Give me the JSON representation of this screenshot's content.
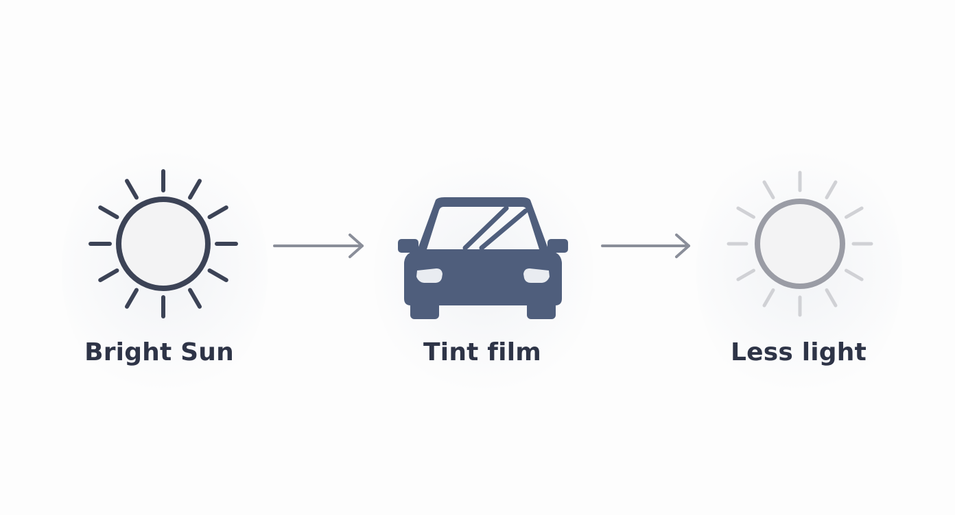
{
  "steps": [
    {
      "label": "Bright Sun"
    },
    {
      "label": "Tint film"
    },
    {
      "label": "Less light"
    }
  ],
  "colors": {
    "background": "#fdfdfd",
    "bright_sun_stroke": "#3c4356",
    "sun_fill": "#f3f3f4",
    "car_fill": "#4f5e7c",
    "car_glass": "#ffffff",
    "headlight": "#e9ecf1",
    "arrow": "#8a8e99",
    "dim_sun_ring": "#9a9ca5",
    "dim_sun_rays": "#d0d1d5",
    "label_text": "#2e3447"
  }
}
